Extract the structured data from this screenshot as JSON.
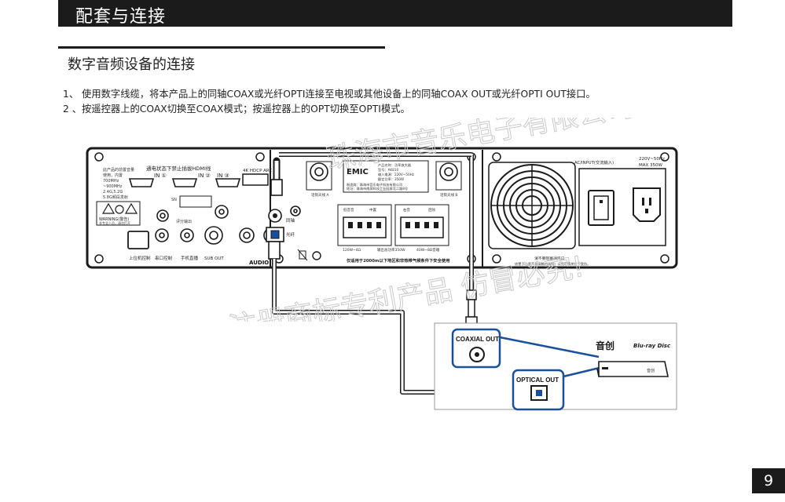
{
  "header": {
    "title": "配套与连接"
  },
  "section": {
    "title": "数字音频设备的连接"
  },
  "instructions": [
    "1、 使用数字线缆，将本产品上的同轴COAX或光纤OPTI连接至电视或其他设备上的同轴COAX OUT或光纤OPTI OUT接口。",
    "2 、按遥控器上的COAX切换至COAX模式；按遥控器上的OPT切换至OPTI模式。"
  ],
  "amplifier": {
    "hdmi_title": "通电状态下禁止插拔HDMI线",
    "hdmi_in_labels": [
      "IN ①",
      "IN ②",
      "IN ③"
    ],
    "arc_label": "4K HDCP ARC",
    "left_notes": [
      "此产品的前置音量",
      "使用，内置",
      "700MHz",
      "~900MHz",
      "2.4G,5.2G",
      "5.8G频段发射"
    ],
    "warning_label": "WARNING(警告)",
    "warning_sub": "非专业人员，请勿打开",
    "sn_label": "SN",
    "bottom_labels": [
      "上位机控制",
      "串口控制",
      "手机直播",
      "SUB OUT"
    ],
    "audio_label": "AUDIO",
    "coax_label": "同轴",
    "opt_label": "光纤",
    "amp_out_label": "评分输出",
    "antenna_a": "话筒天线 A",
    "antenna_b": "话筒天线 B",
    "brand": "EMIC",
    "spec_lines": [
      "产品名称：功率放大器",
      "型号：AK810",
      "输入电源：220V~50Hz",
      "额定功率：350W"
    ],
    "maker": "制造商：珠海市音乐电子科技有限公司",
    "address": "地址：珠海市南屏科技工业园屏北二路8号",
    "speaker_groups": [
      "低音音",
      "中置",
      "右音",
      "后除"
    ],
    "power_notes": [
      "120W~4Ω",
      "输出总功率350W",
      "40W~8Ω音箱"
    ],
    "altitude_warning": "仅适用于2000m以下地区和非热带气候条件下安全使用",
    "ac_input_label": "AC/INPUT(交流输入)",
    "ac_rating": "220V~50Hz",
    "ac_power": "MAX 350W",
    "vent_warning": "请不要阻塞通风口",
    "child_warning": "放置于儿童不易接触的场所，以免不慎关住手受伤。"
  },
  "player": {
    "coax_label": "COAXIAL OUT",
    "optical_label": "OPTICAL OUT",
    "brand": "音创",
    "bluray": "Blu-ray Disc",
    "box_brand": "音创"
  },
  "watermark": {
    "lines": [
      "珠海市音乐电子有限公司",
      "注册商标专利产品 仿冒必究!"
    ]
  },
  "page": {
    "number": "9"
  },
  "colors": {
    "header_bg": "#1b1b1b",
    "accent_blue": "#1a4f9c"
  }
}
